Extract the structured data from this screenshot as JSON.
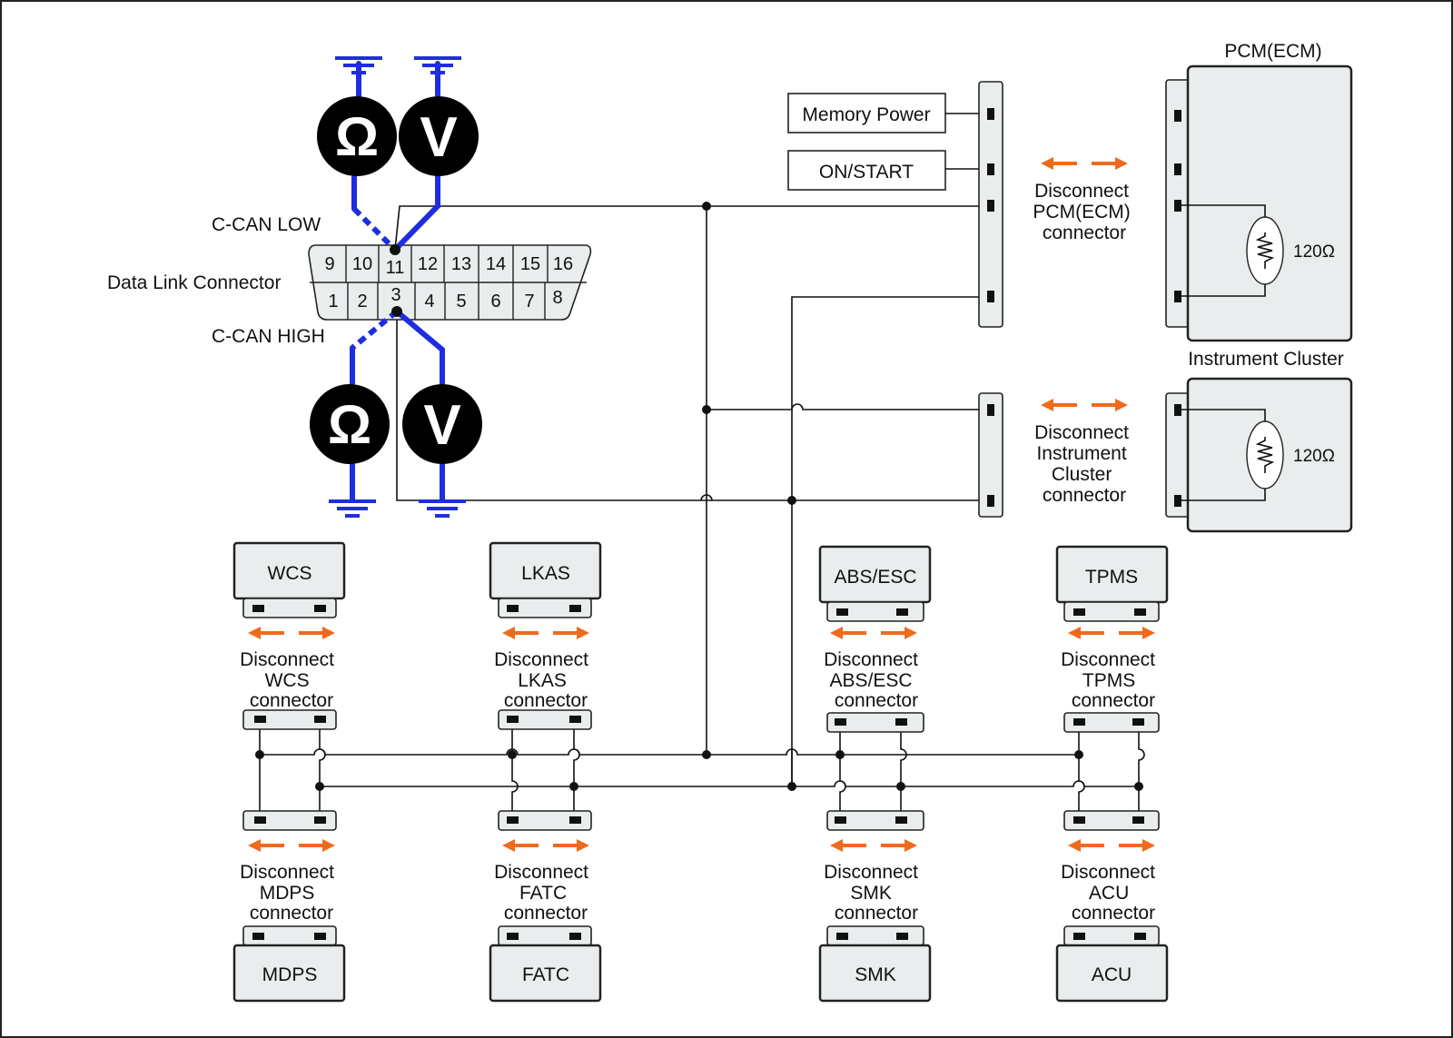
{
  "colors": {
    "probe": "#1f2de0",
    "arrow": "#ef6a1d",
    "module_fill": "#e9edee",
    "wire": "#111111"
  },
  "meters": {
    "ohm_symbol": "Ω",
    "volt_symbol": "V"
  },
  "labels": {
    "can_low": "C-CAN LOW",
    "can_high": "C-CAN HIGH",
    "dlc": "Data Link Connector",
    "memory_power": "Memory Power",
    "on_start": "ON/START",
    "pcm_title": "PCM(ECM)",
    "cluster_title": "Instrument Cluster",
    "resistor_value": "120Ω"
  },
  "dlc_pins_top": [
    "9",
    "10",
    "11",
    "12",
    "13",
    "14",
    "15",
    "16"
  ],
  "dlc_pins_bottom": [
    "1",
    "2",
    "3",
    "4",
    "5",
    "6",
    "7",
    "8"
  ],
  "disconnect_pcm": [
    "Disconnect",
    "PCM(ECM)",
    "connector"
  ],
  "disconnect_cluster": [
    "Disconnect",
    "Instrument",
    "Cluster",
    "connector"
  ],
  "modules_top": [
    {
      "name": "WCS",
      "disconnect": [
        "Disconnect",
        "WCS",
        "connector"
      ]
    },
    {
      "name": "LKAS",
      "disconnect": [
        "Disconnect",
        "LKAS",
        "connector"
      ]
    },
    {
      "name": "ABS/ESC",
      "disconnect": [
        "Disconnect",
        "ABS/ESC",
        "connector"
      ]
    },
    {
      "name": "TPMS",
      "disconnect": [
        "Disconnect",
        "TPMS",
        "connector"
      ]
    }
  ],
  "modules_bottom": [
    {
      "name": "MDPS",
      "disconnect": [
        "Disconnect",
        "MDPS",
        "connector"
      ]
    },
    {
      "name": "FATC",
      "disconnect": [
        "Disconnect",
        "FATC",
        "connector"
      ]
    },
    {
      "name": "SMK",
      "disconnect": [
        "Disconnect",
        "SMK",
        "connector"
      ]
    },
    {
      "name": "ACU",
      "disconnect": [
        "Disconnect",
        "ACU",
        "connector"
      ]
    }
  ]
}
